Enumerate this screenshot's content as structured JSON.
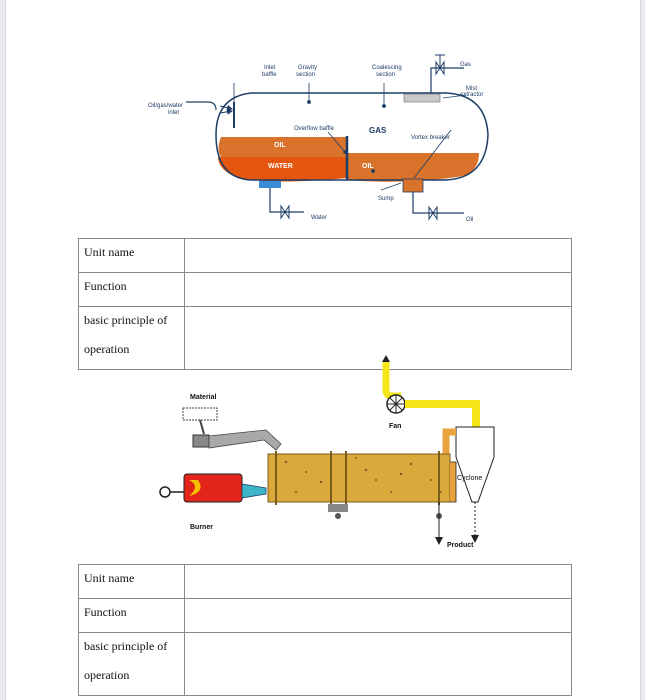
{
  "separator_diagram": {
    "inlet_baffle": "Inlet baffle",
    "gravity_section": "Gravity section",
    "coalescing_section": "Coalescing section",
    "gas_top": "Gas",
    "mist_extractor": "Mist extractor",
    "inlet_label": "Oil/gas/water inlet",
    "overflow_baffle": "Overflow baffle",
    "gas": "GAS",
    "vortex_breaker": "Vortex breaker",
    "oil": "OIL",
    "water": "WATER",
    "oil_right": "OIL",
    "sump": "Sump",
    "water_outlet": "Water",
    "oil_outlet": "Oil"
  },
  "table1": {
    "rows": [
      {
        "label": "Unit name",
        "value": ""
      },
      {
        "label": "Function",
        "value": ""
      },
      {
        "label_line1": "basic principle of",
        "label_line2": "operation",
        "value": ""
      }
    ]
  },
  "dryer_diagram": {
    "material": "Material",
    "fan": "Fan",
    "cyclone": "Cyclone",
    "burner": "Burner",
    "product": "Product"
  },
  "table2": {
    "rows": [
      {
        "label": "Unit name",
        "value": ""
      },
      {
        "label": "Function",
        "value": ""
      },
      {
        "label_line1": "basic principle of",
        "label_line2": "operation",
        "value": ""
      }
    ]
  },
  "colors": {
    "oil": "#d9722a",
    "water": "#e4560f",
    "vessel_outline": "#1d3d66",
    "drum": "#d9a93c",
    "burner": "#e32418",
    "fan_duct": "#f5e619"
  }
}
